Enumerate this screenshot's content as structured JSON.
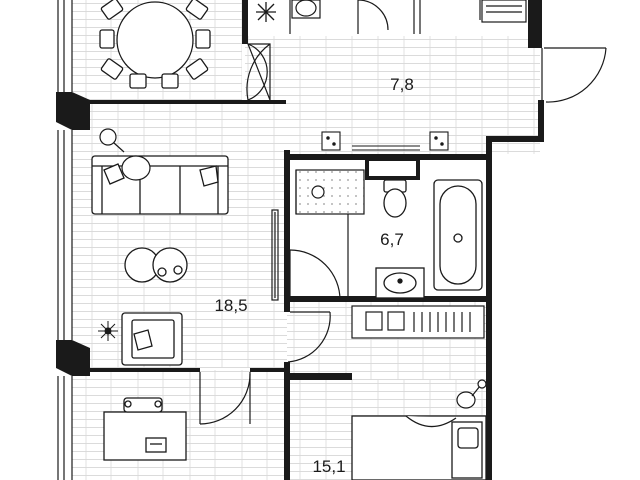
{
  "rooms": [
    {
      "id": "hall",
      "area": "7,8"
    },
    {
      "id": "bathroom",
      "area": "6,7"
    },
    {
      "id": "living",
      "area": "18,5"
    },
    {
      "id": "bedroom",
      "area": "15,1"
    }
  ],
  "colors": {
    "wall": "#1a1a1a",
    "floor_line": "#c9c9c9",
    "fixture": "#2a2a2a",
    "background": "#ffffff"
  }
}
